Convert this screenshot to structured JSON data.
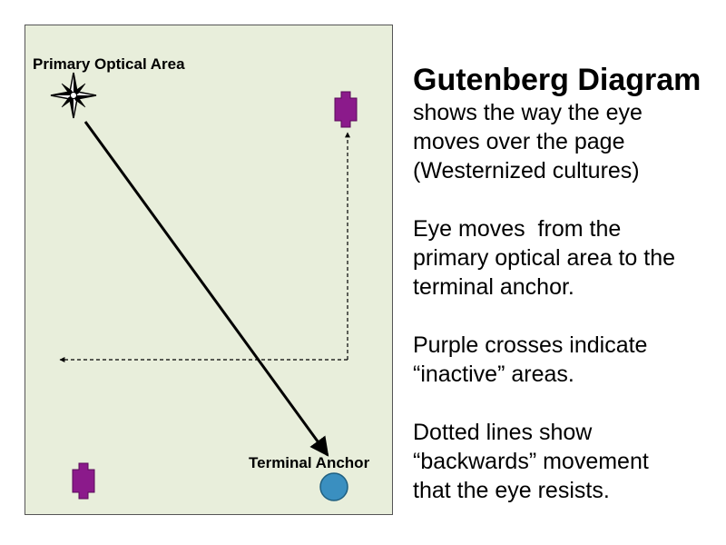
{
  "diagram": {
    "labels": {
      "primary_optical_area": "Primary Optical Area",
      "terminal_anchor": "Terminal Anchor"
    },
    "colors": {
      "panel_background": "#e8eedb",
      "inactive_cross": "#8b1a8b",
      "terminal_anchor": "#3a8fc0",
      "arrow": "#000000"
    },
    "icons": {
      "primary": "compass-star-icon",
      "inactive": "purple-cross-icon",
      "terminal": "blue-circle-icon"
    }
  },
  "text": {
    "title": "Gutenberg Diagram",
    "intro": [
      "shows the way the eye",
      "moves over the page",
      "(Westernized cultures)"
    ],
    "p2": [
      "Eye moves  from the",
      "primary optical area to the",
      "terminal anchor."
    ],
    "p3": [
      "Purple crosses indicate",
      "“inactive” areas."
    ],
    "p4": [
      "Dotted lines show",
      "“backwards” movement",
      "that the eye resists."
    ]
  }
}
